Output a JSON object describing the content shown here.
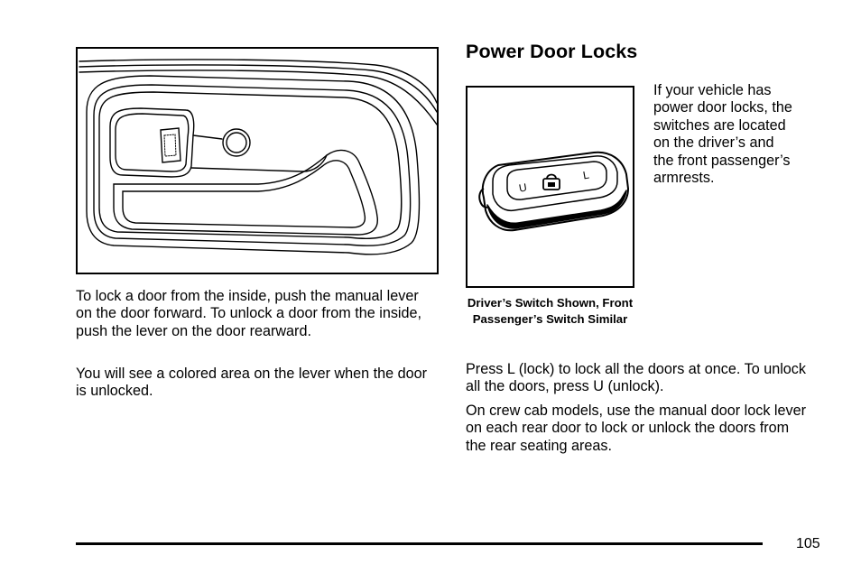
{
  "figures": {
    "door_handle": "door-handle-illustration",
    "switch": "power-lock-switch-illustration",
    "switch_labels": {
      "unlock": "U",
      "lock": "L"
    }
  },
  "left_column": {
    "paragraphs": [
      "To lock a door from the inside, push the manual lever on the door forward. To unlock a door from the inside, push the lever on the door rearward.",
      "You will see a colored area on the lever when the door is unlocked."
    ]
  },
  "right_column": {
    "title": "Power Door Locks",
    "side_text": "If your vehicle has power door locks, the switches are located on the driver’s and the front passenger’s armrests.",
    "caption": "Driver’s Switch Shown, Front Passenger’s Switch Similar",
    "paragraphs": [
      "Press L (lock) to lock all the doors at once. To unlock all the doors, press U (unlock).",
      "On crew cab models, use the manual door lock lever on each rear door to lock or unlock the doors from the rear seating areas."
    ]
  },
  "footer": {
    "page_number": "105"
  }
}
